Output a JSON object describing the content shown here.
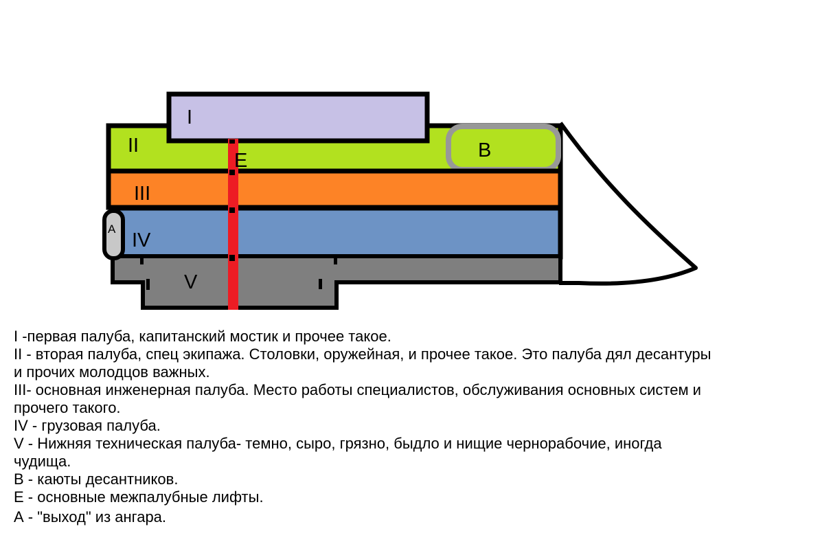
{
  "diagram": {
    "deck_labels": {
      "d1": "I",
      "d2": "II",
      "d3": "III",
      "d4": "IV",
      "d5": "V"
    },
    "marker_labels": {
      "b": "B",
      "e": "E",
      "a": "A"
    },
    "colors": {
      "deck1": "#c7c1e6",
      "deck2": "#b2e11f",
      "deck3": "#fd8326",
      "deck4": "#6d93c5",
      "deck5": "#7f7f7f",
      "elevator_red": "#ed1c24",
      "hatch_gray": "#c8c8c8",
      "b_border_gray": "#989898",
      "outline": "#000000"
    }
  },
  "legend": {
    "lines": [
      "I -первая палуба, капитанский мостик и прочее такое.",
      "II - вторая палуба, спец экипажа. Столовки, оружейная, и прочее такое. Это палуба дял десантуры",
      "и прочих молодцов важных.",
      "III- основная инженерная палуба. Место работы специалистов, обслуживания основных систем и",
      "прочего такого.",
      "IV - грузовая палуба.",
      "V - Нижняя техническая палуба- темно, сыро, грязно, быдло и нищие чернорабочие, иногда",
      "чудища.",
      "В - каюты десантников.",
      "Е - основные межпалубные лифты.",
      "А - \"выход\" из ангара."
    ]
  }
}
